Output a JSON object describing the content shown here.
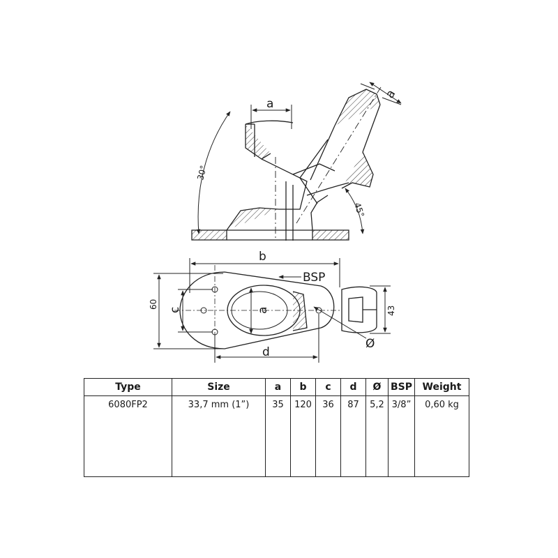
{
  "side_view": {
    "label_a_vertical": "a",
    "label_a_angled": "a",
    "angle_30": "30°",
    "angle_45": "45°"
  },
  "plan_view": {
    "label_b": "b",
    "label_bsp": "BSP",
    "label_60": "60",
    "label_c": "c",
    "label_a": "a",
    "label_43": "43",
    "label_d": "d",
    "label_phi": "Ø"
  },
  "table": {
    "headers": [
      "Type",
      "Size",
      "a",
      "b",
      "c",
      "d",
      "Ø",
      "BSP",
      "Weight"
    ],
    "rows": [
      [
        "6080FP2",
        "33,7 mm (1”)",
        "35",
        "120",
        "36",
        "87",
        "5,2",
        "3/8”",
        "0,60 kg"
      ]
    ]
  }
}
